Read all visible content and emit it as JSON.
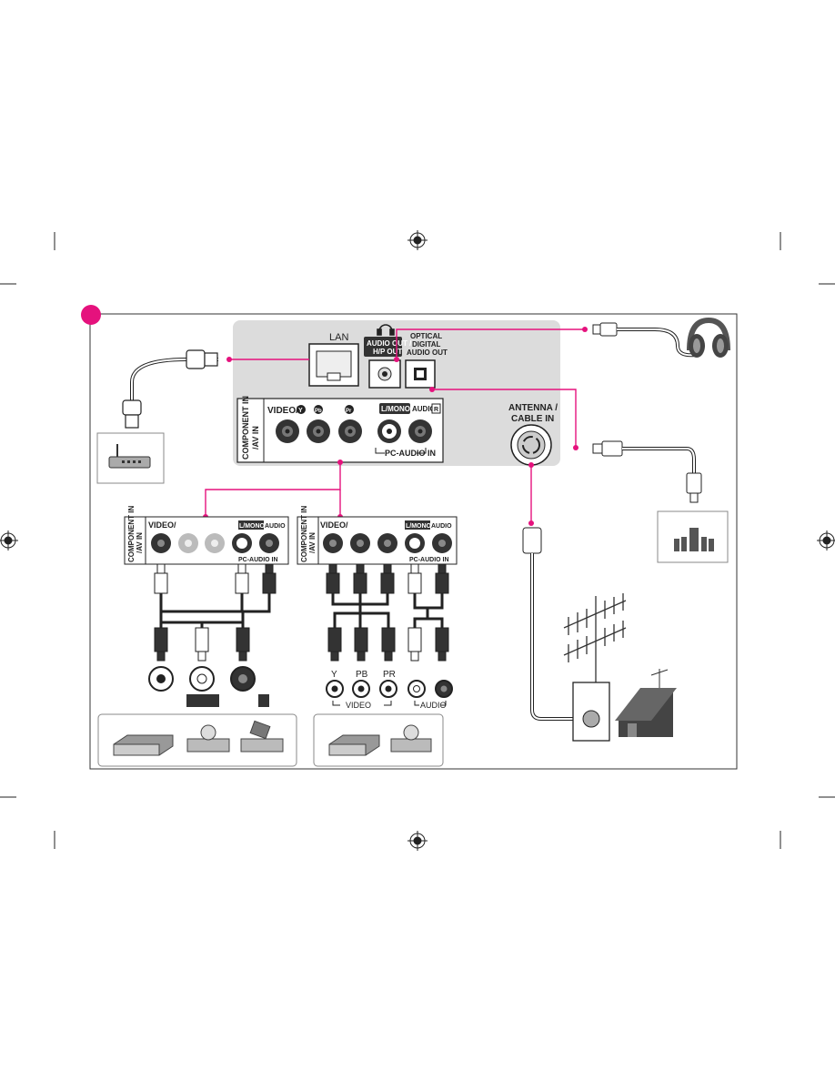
{
  "colors": {
    "accent": "#e5127d",
    "panel": "#dcdcdc",
    "frame": "#333333"
  },
  "tv_panel": {
    "lan": "LAN",
    "audio_out_line1": "AUDIO OUT /",
    "audio_out_line2": "H/P OUT",
    "optical_line1": "OPTICAL",
    "optical_line2": "DIGITAL",
    "optical_line3": "AUDIO OUT",
    "component_label_line1": "COMPONENT IN",
    "component_label_line2": "/AV IN",
    "video_y": "VIDEO/",
    "y_badge": "Y",
    "pb_badge": "Pb",
    "pr_badge": "Pr",
    "l_mono": "L/MONO",
    "audio": "AUDIO",
    "r_badge": "R",
    "pc_audio_in": "PC-AUDIO IN",
    "antenna_line1": "ANTENNA /",
    "antenna_line2": "CABLE IN"
  },
  "left_panel": {
    "component_label_line1": "COMPONENT IN",
    "component_label_line2": "/AV IN",
    "video_y": "VIDEO/",
    "l_mono": "L/MONO",
    "audio": "AUDIO",
    "pc_audio_in": "PC-AUDIO IN"
  },
  "middle_panel": {
    "component_label_line1": "COMPONENT IN",
    "component_label_line2": "/AV IN",
    "video_y": "VIDEO/",
    "l_mono": "L/MONO",
    "audio": "AUDIO",
    "pc_audio_in": "PC-AUDIO IN",
    "jack_y": "Y",
    "jack_pb": "PB",
    "jack_pr": "PR",
    "video_group": "VIDEO",
    "audio_group": "AUDIO"
  },
  "icons": [
    "registration-mark-icon",
    "router-icon",
    "headphones-icon",
    "speaker-system-icon",
    "antenna-icon",
    "house-icon",
    "dvd-player-icon",
    "vcr-icon"
  ]
}
